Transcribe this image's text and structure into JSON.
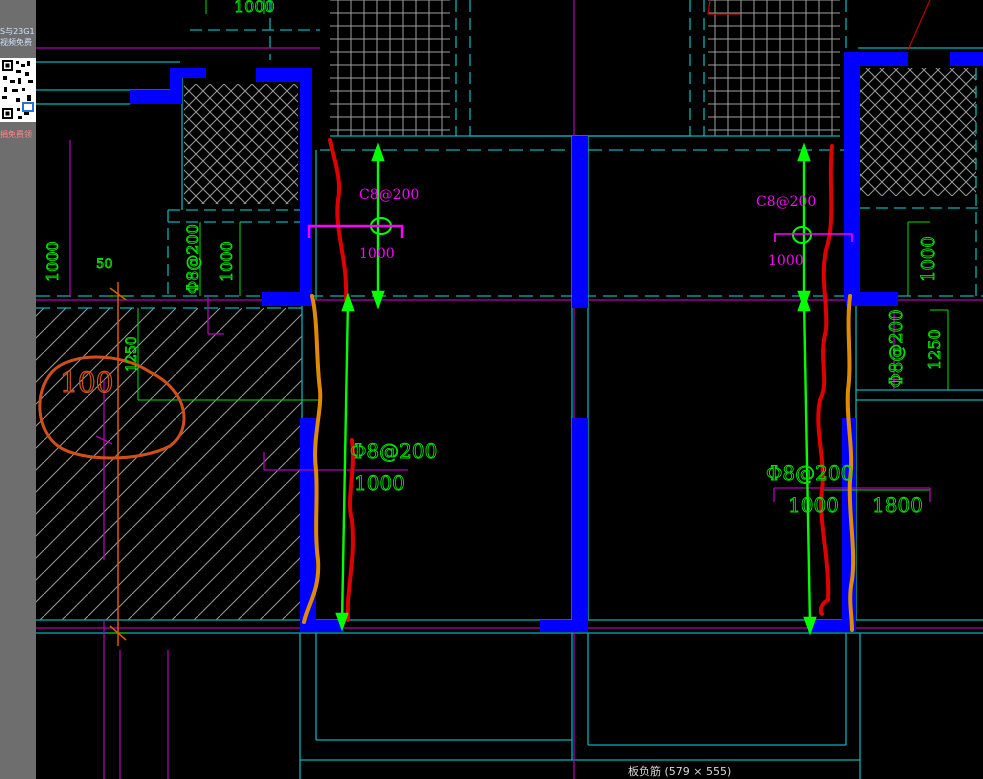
{
  "sidebar": {
    "promo_line_1": "S与23G1",
    "promo_line_2": "视频免费",
    "promo_line_3": "捐免费领"
  },
  "status": {
    "caption": "板负筋 (579 × 555)"
  },
  "drawing": {
    "left_rebar_spec": "C8@200",
    "left_rebar_length": "1000",
    "right_rebar_spec": "C8@200",
    "right_rebar_length": "1000",
    "cad_left_vertical_spec": "Φ8@200",
    "cad_left_vertical_len": "1000",
    "cad_right_spec": "Φ8@200",
    "cad_right_len_a": "1000",
    "cad_right_len_b": "1800",
    "cad_right_vertical_spec": "Φ8@200",
    "cad_right_vertical_len": "1250",
    "cad_left_panel_spec": "Φ8@200",
    "cad_left_panel_len": "1000",
    "cad_left_edge_len": "1000",
    "cad_left_edge_len2": "1250",
    "cad_top_dim": "1000",
    "cad_top_dim2": "1000",
    "cad_small_dim": "50",
    "handwritten_label": "100",
    "colors": {
      "background": "#000000",
      "wall_fill": "#0000ff",
      "grid_line": "#00b4b4",
      "annotation": "#ff00ff",
      "arrow": "#00ff00",
      "rebar_red": "#e00000",
      "rebar_orange": "#e08a00",
      "cad_text": "#00e000"
    }
  }
}
